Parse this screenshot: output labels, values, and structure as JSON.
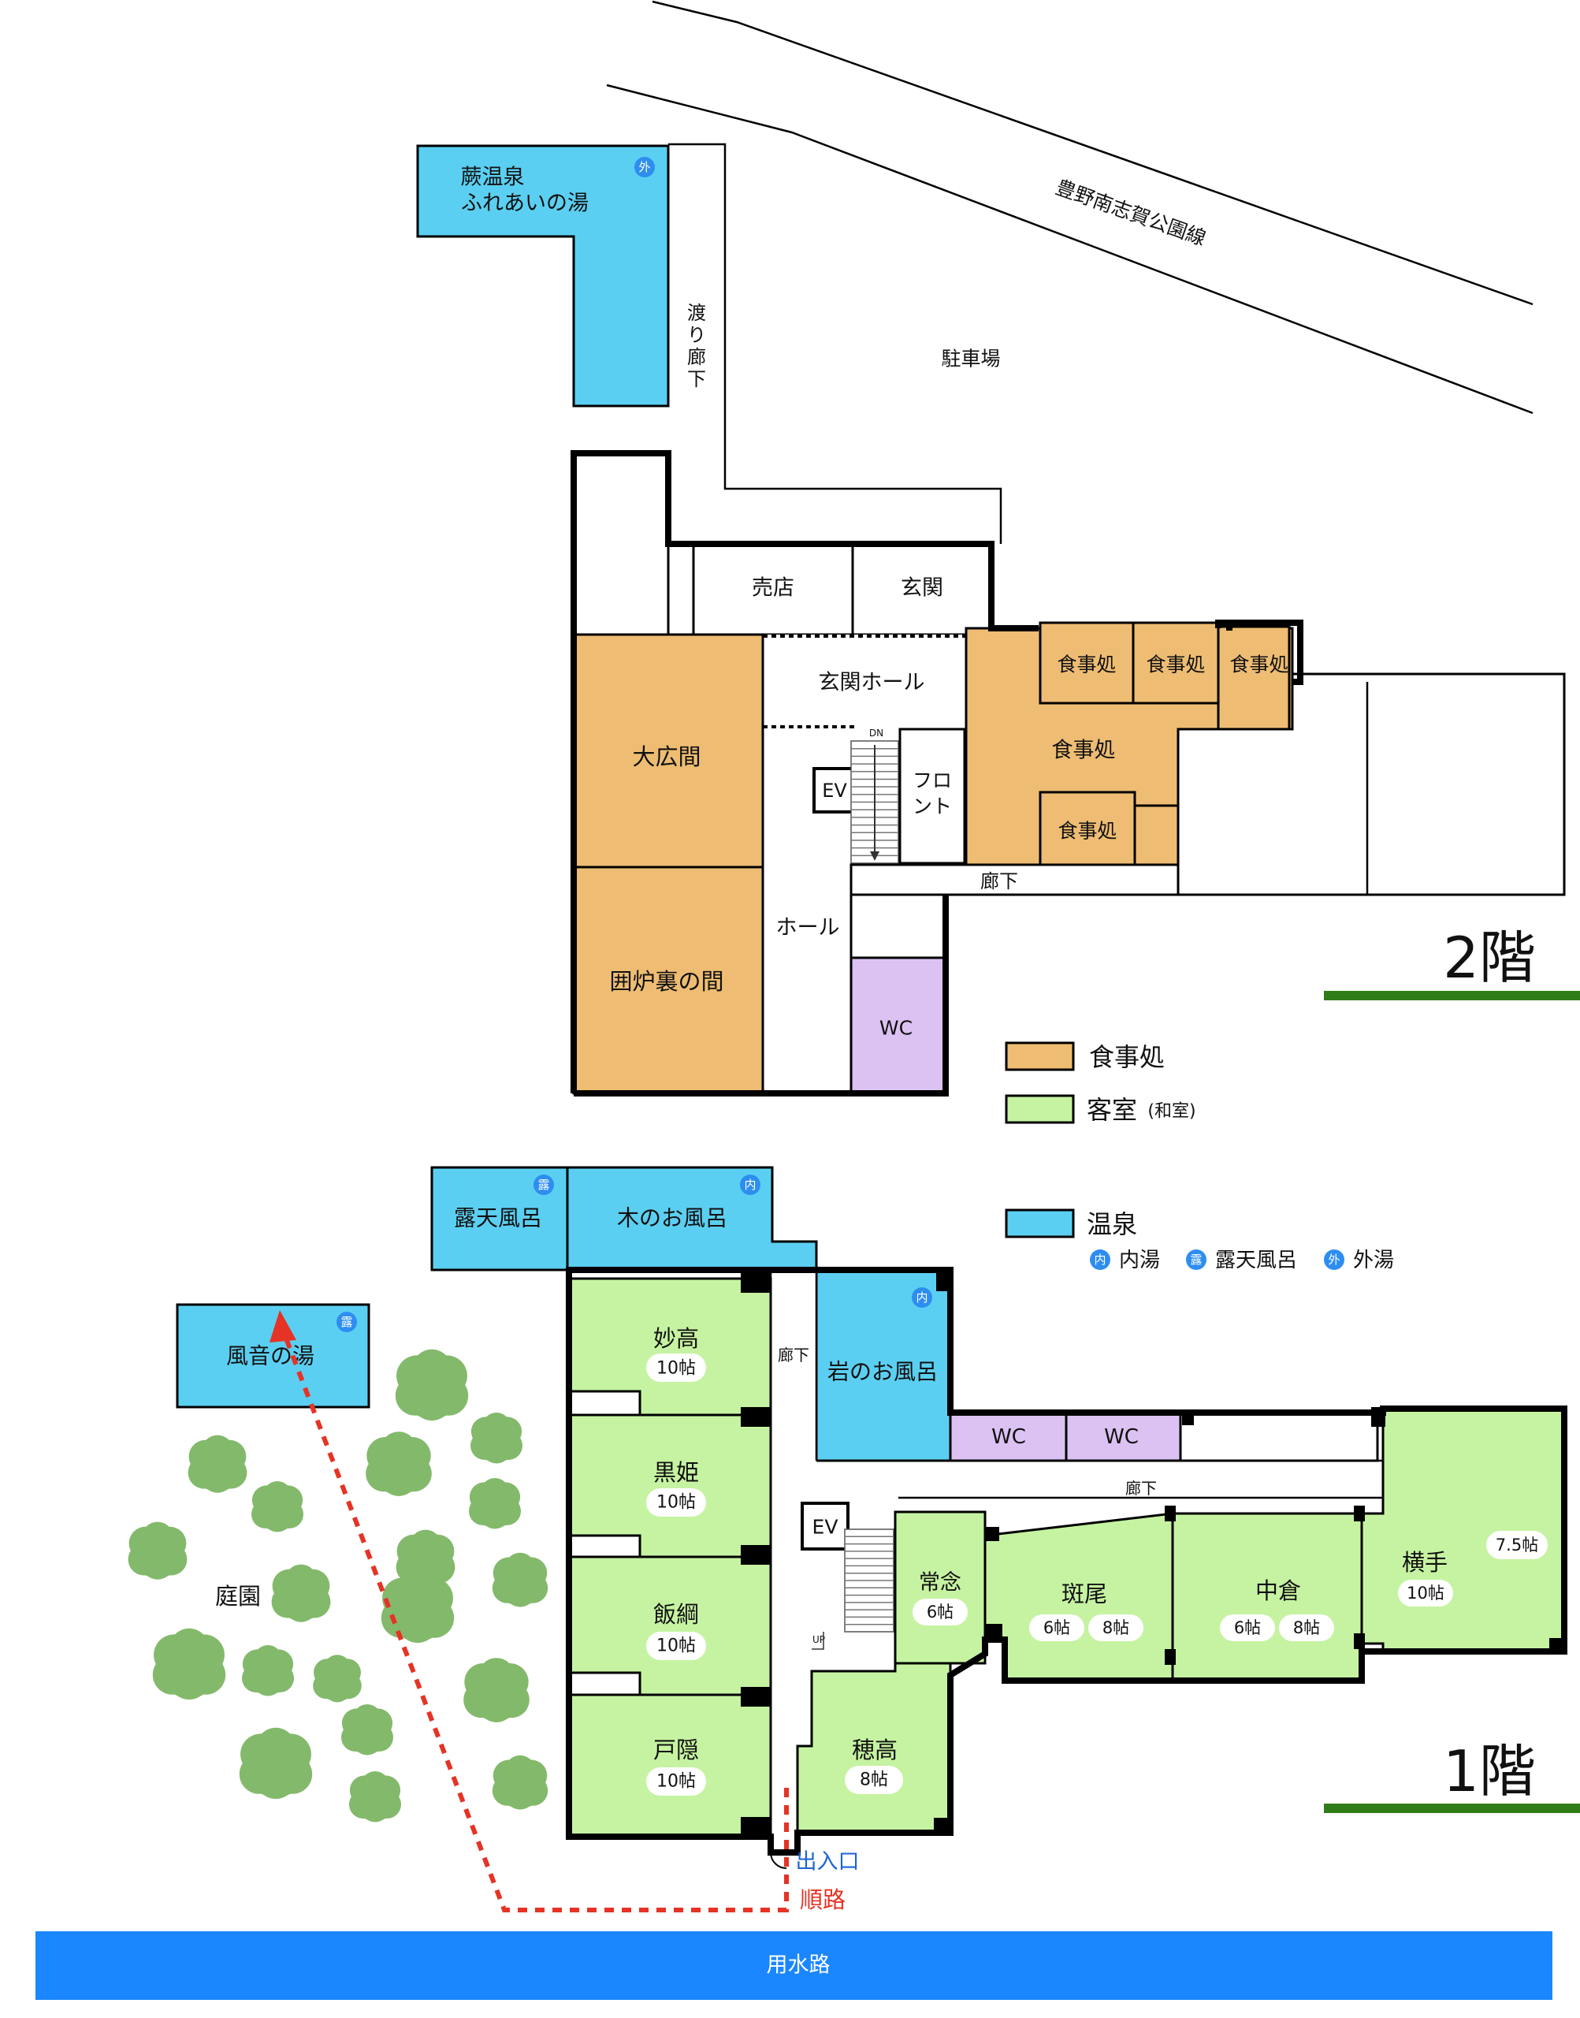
{
  "colors": {
    "food": "#eebd73",
    "guest": "#c6f3a1",
    "spa": "#5bcff1",
    "wc": "#dcc2f2",
    "badge": "#2d8ef0",
    "route": "#e53325",
    "entrance": "#1c64d4",
    "canal": "#1a86ff",
    "floor_line": "#2f7d18",
    "garden": "#83b96b"
  },
  "road": {
    "name": "豊野南志賀公園線"
  },
  "parking": "駐車場",
  "bridge": {
    "line1": "渡",
    "line2": "り",
    "line3": "廊",
    "line4": "下"
  },
  "warabi": {
    "line1": "蕨温泉",
    "line2": "ふれあいの湯",
    "badge": "外"
  },
  "floor2": {
    "label": "2階",
    "shop": "売店",
    "entrance_room": "玄関",
    "entrance_hall": "玄関ホール",
    "hall": "ホール",
    "ev": "EV",
    "dn": "DN",
    "front": {
      "line1": "フロ",
      "line2": "ント"
    },
    "corridor": "廊下",
    "wc": "WC",
    "grand_hall": "大広間",
    "irori": "囲炉裏の間",
    "dining": "食事処",
    "dining_small_1": "食事処",
    "dining_small_2": "食事処",
    "dining_small_3": "食事処",
    "dining_small_4": "食事処"
  },
  "legend": {
    "food": "食事処",
    "guest": "客室",
    "guest_note": "(和室)",
    "spa": "温泉",
    "inner_badge": "内",
    "inner": "内湯",
    "outdoor_badge": "露",
    "outdoor": "露天風呂",
    "outside_badge": "外",
    "outside": "外湯"
  },
  "floor1": {
    "label": "1階",
    "rotenburo": {
      "name": "露天風呂",
      "badge": "露"
    },
    "kinoofuro": {
      "name": "木のお風呂",
      "badge": "内"
    },
    "iwanoofuro": {
      "name": "岩のお風呂",
      "badge": "内"
    },
    "kazaone": {
      "name": "風音の湯",
      "badge": "露"
    },
    "corridor_v": "廊下",
    "corridor_h": "廊下",
    "wc1": "WC",
    "wc2": "WC",
    "ev": "EV",
    "up": "UP",
    "garden": "庭園",
    "entrance": "出入口",
    "route": "順路",
    "canal": "用水路",
    "rooms": {
      "myoko": {
        "name": "妙高",
        "size": "10帖"
      },
      "kurohime": {
        "name": "黒姫",
        "size": "10帖"
      },
      "iizuna": {
        "name": "飯綱",
        "size": "10帖"
      },
      "togakushi": {
        "name": "戸隠",
        "size": "10帖"
      },
      "hotaka": {
        "name": "穂高",
        "size": "8帖"
      },
      "jonen": {
        "name": "常念",
        "size": "6帖"
      },
      "madarao": {
        "name": "斑尾",
        "size_a": "6帖",
        "size_b": "8帖"
      },
      "nakakura": {
        "name": "中倉",
        "size_a": "6帖",
        "size_b": "8帖"
      },
      "yokote": {
        "name": "横手",
        "size_a": "10帖",
        "size_b": "7.5帖"
      }
    }
  }
}
